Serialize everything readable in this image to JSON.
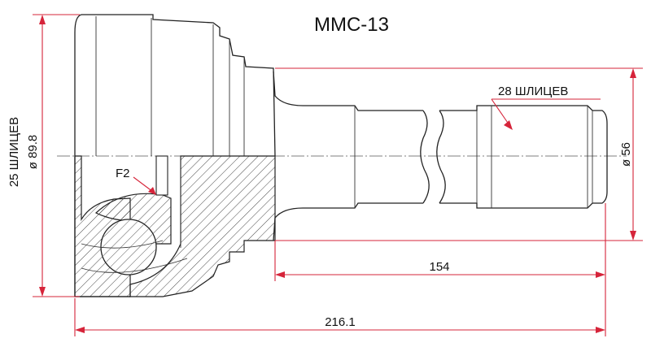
{
  "title": "MMC-13",
  "labels": {
    "outer_diameter": "ø 89.8",
    "outer_splines": "25 ШЛИЦЕВ",
    "inner_splines": "28 ШЛИЦЕВ",
    "shaft_diameter": "ø 56",
    "shaft_length": "154",
    "total_length": "216.1",
    "f2": "F2"
  },
  "colors": {
    "dimension": "#d6243a",
    "outline": "#222222",
    "background": "#ffffff"
  }
}
